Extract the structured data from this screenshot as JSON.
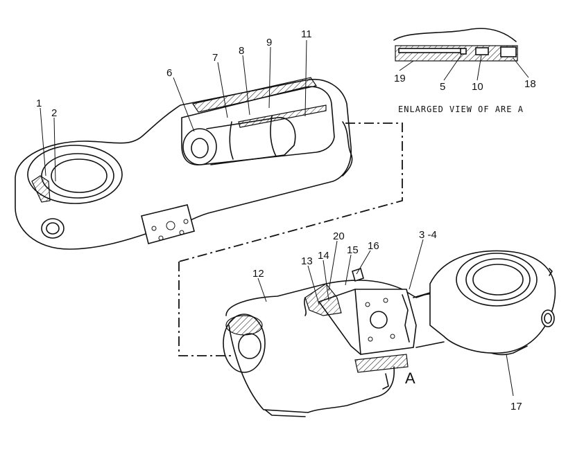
{
  "callouts": {
    "c1": "1",
    "c2": "2",
    "c3_4": "3 -4",
    "c5": "5",
    "c6": "6",
    "c7": "7",
    "c8": "8",
    "c9": "9",
    "c10": "10",
    "c11": "11",
    "c12": "12",
    "c13": "13",
    "c14": "14",
    "c15": "15",
    "c16": "16",
    "c17": "17",
    "c18": "18",
    "c19": "19",
    "c20": "20"
  },
  "detail_marker": "A",
  "enlarged_caption": "ENLARGED VIEW OF ARE A"
}
